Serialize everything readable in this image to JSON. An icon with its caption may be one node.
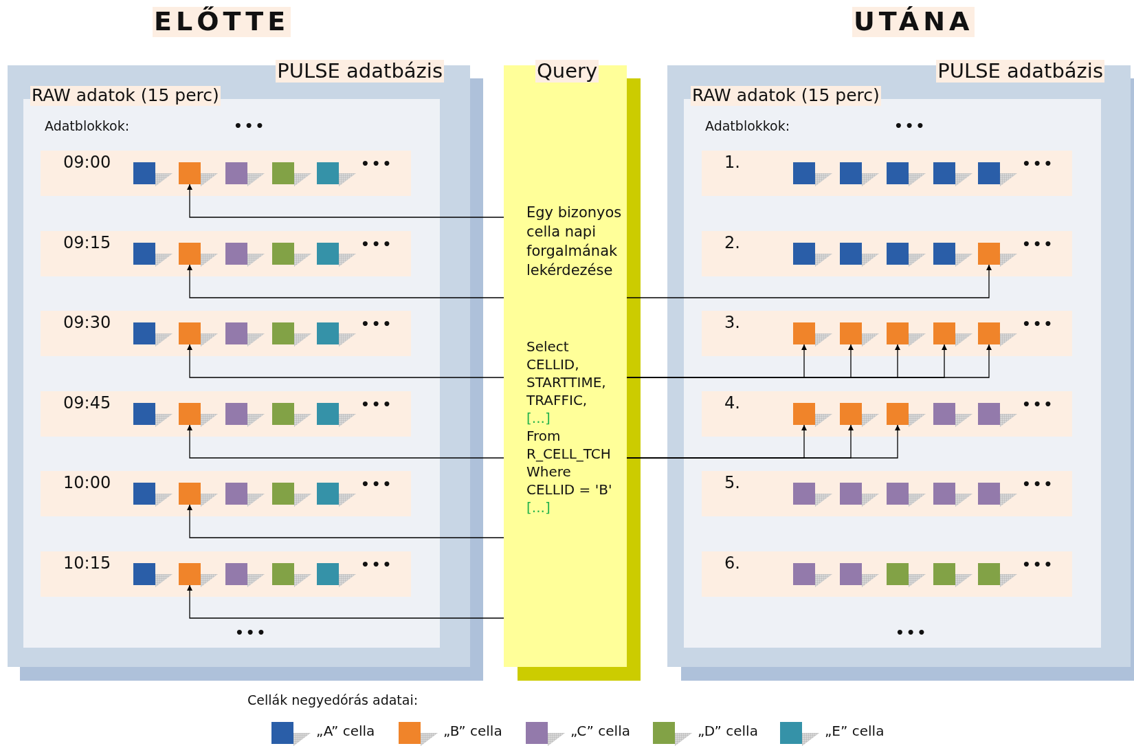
{
  "diagram": {
    "nodes": [
      {
        "text": [
          "PULSE adatbázis"
        ]
      },
      {
        "text": [
          "RAW adatok (15 perc)",
          "Adatblokkok:",
          "•••",
          "•••"
        ],
        "in": 0
      },
      {
        "text": [
          "09:00",
          "•••"
        ],
        "in": 1
      },
      {
        "text": [],
        "shape": "box",
        "in": 2
      },
      {
        "text": [
          "09:15",
          "•••"
        ],
        "in": 1
      },
      {
        "text": [],
        "shape": "box",
        "in": 4
      },
      {
        "text": [
          "09:30",
          "•••"
        ],
        "in": 1
      },
      {
        "text": [],
        "shape": "box",
        "in": 6
      },
      {
        "text": [
          "09:45",
          "•••"
        ],
        "in": 1
      },
      {
        "text": [],
        "shape": "box",
        "in": 8
      },
      {
        "text": [
          "10:00",
          "•••"
        ],
        "in": 1
      },
      {
        "text": [],
        "shape": "box",
        "in": 10
      },
      {
        "text": [
          "10:15",
          "•••"
        ],
        "in": 1
      },
      {
        "text": [],
        "shape": "box",
        "in": 12
      },
      {
        "text": [
          "Query",
          "Egy bizonyos cella napi forgalmának lekérdezése",
          "Select CELLID, STARTTIME, TRAFFIC,",
          "[...]",
          "From R_CELL_TCH Where CELLID = 'B'",
          "[...]"
        ]
      },
      {
        "text": [
          "PULSE adatbázis"
        ]
      },
      {
        "text": [
          "RAW adatok (15 perc)",
          "Adatblokkok:",
          "•••",
          "•••"
        ],
        "in": 15
      },
      {
        "text": [
          "1.",
          "•••"
        ],
        "in": 16
      },
      {
        "text": [
          "2.",
          "•••"
        ],
        "in": 16
      },
      {
        "text": [],
        "shape": "box",
        "in": 18
      },
      {
        "text": [
          "3.",
          "•••"
        ],
        "in": 16
      },
      {
        "text": [],
        "shape": "box",
        "in": 20
      },
      {
        "text": [],
        "shape": "box",
        "in": 20
      },
      {
        "text": [],
        "shape": "box",
        "in": 20
      },
      {
        "text": [],
        "shape": "box",
        "in": 20
      },
      {
        "text": [],
        "shape": "box",
        "in": 20
      },
      {
        "text": [
          "4.",
          "•••"
        ],
        "in": 16
      },
      {
        "text": [],
        "shape": "box",
        "in": 26
      },
      {
        "text": [],
        "shape": "box",
        "in": 26
      },
      {
        "text": [],
        "shape": "box",
        "in": 26
      },
      {
        "text": [
          "5.",
          "•••"
        ],
        "in": 16
      },
      {
        "text": [
          "6.",
          "•••"
        ],
        "in": 16
      }
    ],
    "edges": [
      {
        "from": 14,
        "to": 3,
        "arrow": "to"
      },
      {
        "from": 14,
        "to": 5,
        "arrow": "to"
      },
      {
        "from": 14,
        "to": 7,
        "arrow": "to"
      },
      {
        "from": 14,
        "to": 9,
        "arrow": "to"
      },
      {
        "from": 14,
        "to": 11,
        "arrow": "to"
      },
      {
        "from": 14,
        "to": 13,
        "arrow": "to"
      },
      {
        "from": 14,
        "to": 19,
        "arrow": "to"
      },
      {
        "from": 14,
        "to": 21,
        "arrow": "to"
      },
      {
        "from": 14,
        "to": 22,
        "arrow": "to"
      },
      {
        "from": 14,
        "to": 23,
        "arrow": "to"
      },
      {
        "from": 14,
        "to": 24,
        "arrow": "to"
      },
      {
        "from": 14,
        "to": 25,
        "arrow": "to"
      },
      {
        "from": 14,
        "to": 27,
        "arrow": "to"
      },
      {
        "from": 14,
        "to": 28,
        "arrow": "to"
      },
      {
        "from": 14,
        "to": 29,
        "arrow": "to"
      }
    ],
    "labels": [
      "ELŐTTE",
      "UTÁNA",
      "Cellák negyedórás adatai:"
    ],
    "legend": [
      {
        "text": "„A” cella",
        "color": "#2a5ea8"
      },
      {
        "text": "„B” cella",
        "color": "#f0842a"
      },
      {
        "text": "„C” cella",
        "color": "#937aab"
      },
      {
        "text": "„D” cella",
        "color": "#82a246"
      },
      {
        "text": "„E” cella",
        "color": "#3592a8"
      }
    ]
  }
}
